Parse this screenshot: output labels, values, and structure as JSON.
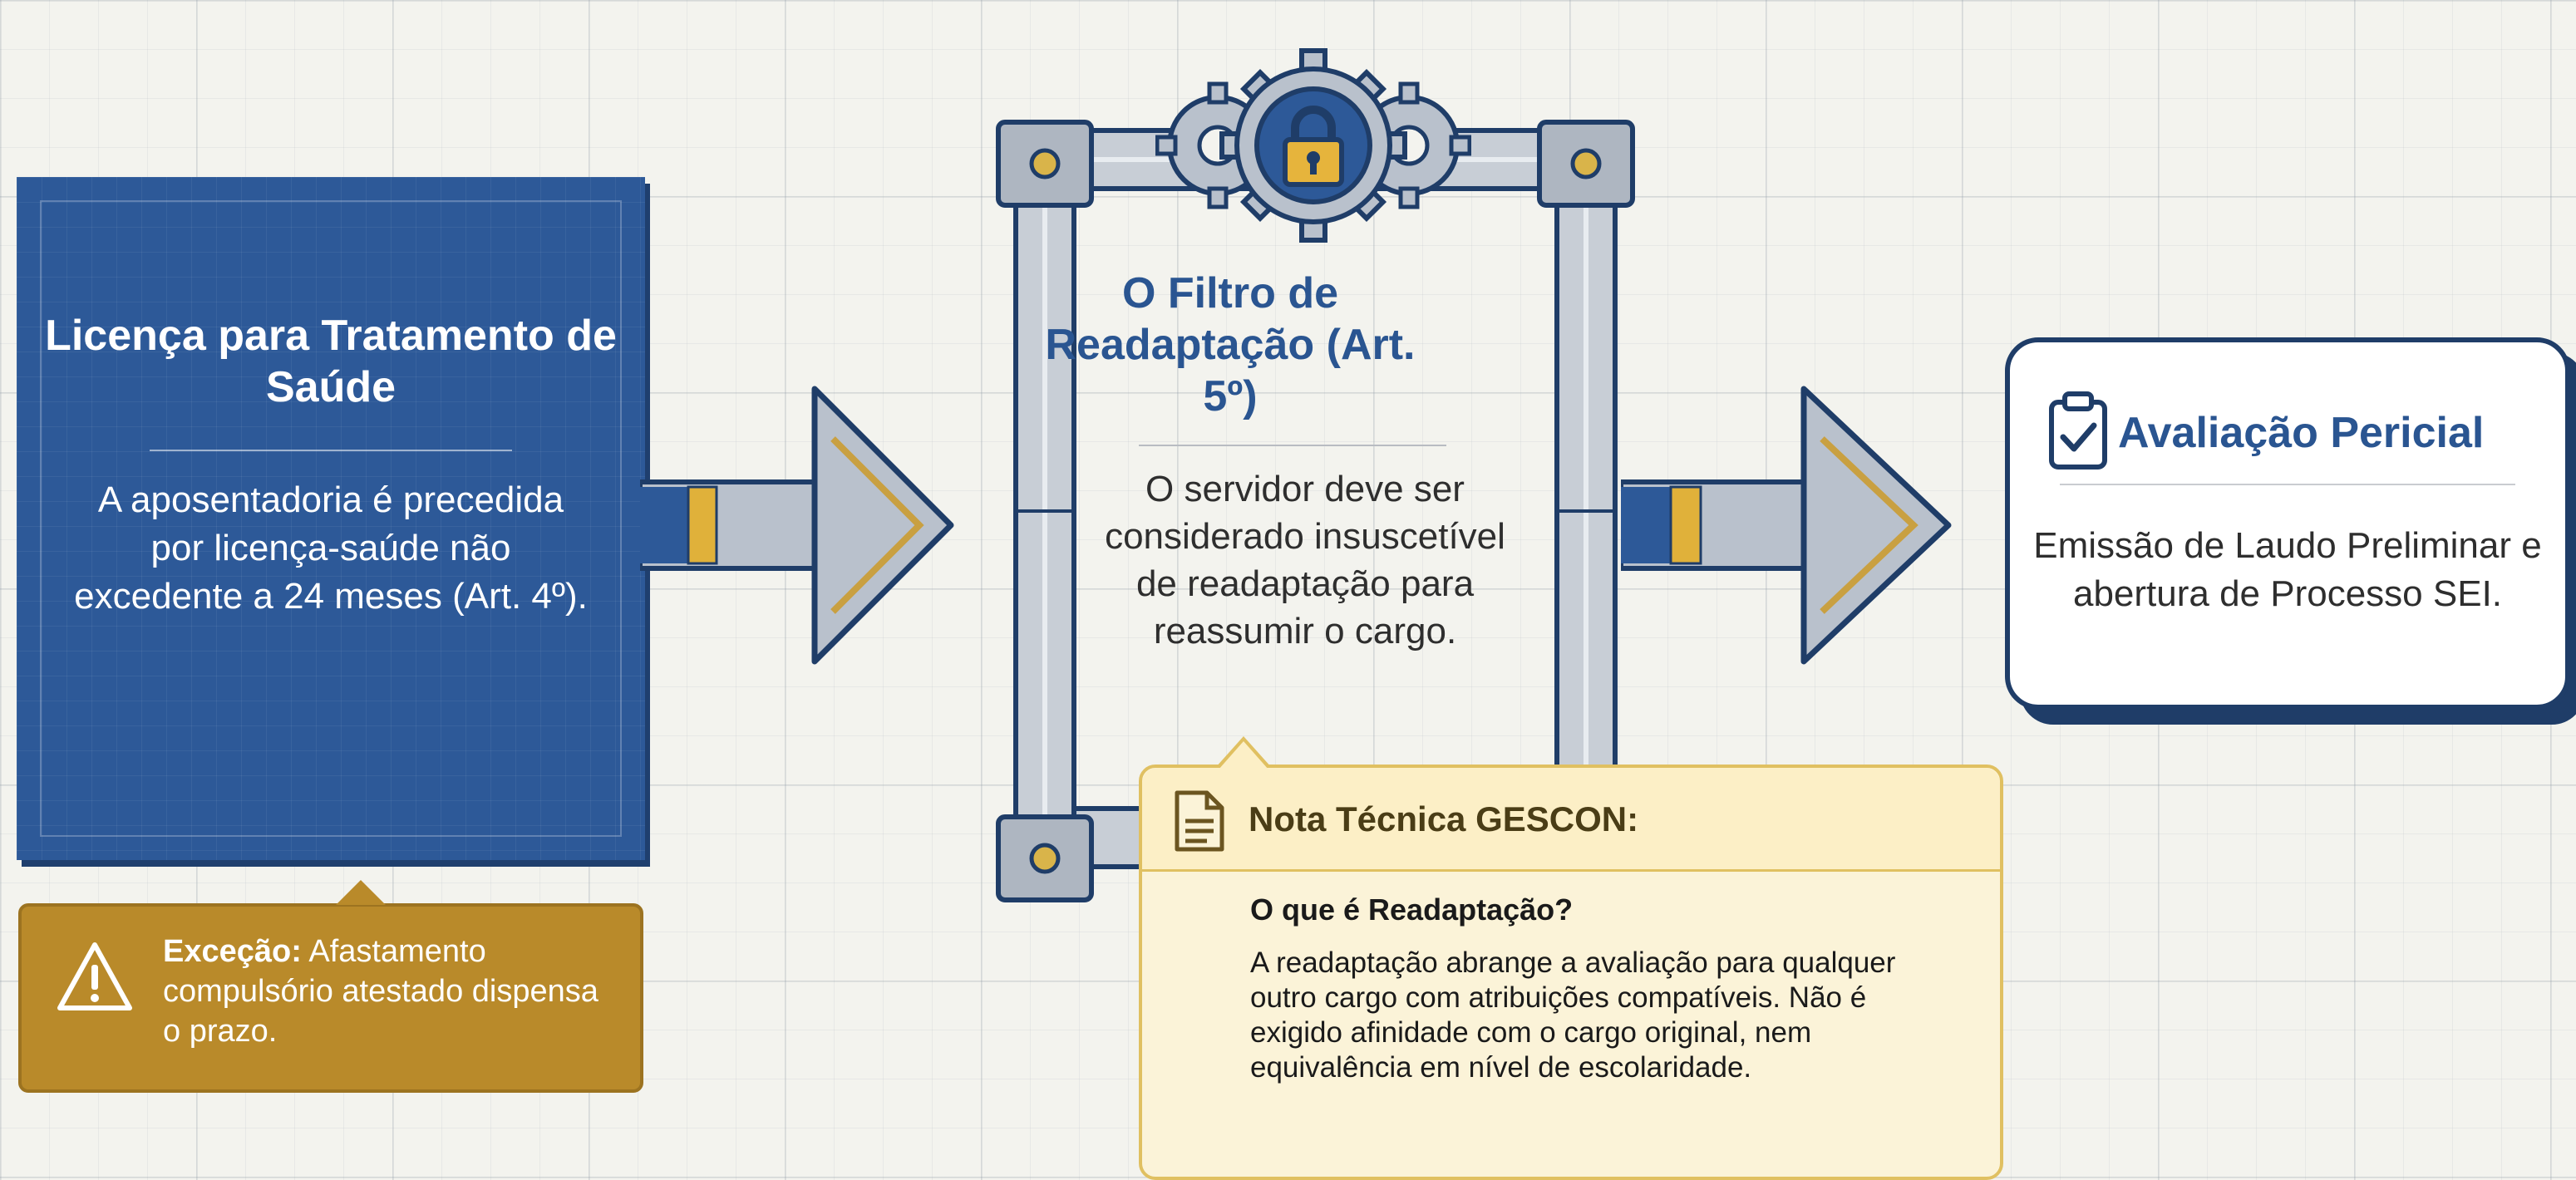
{
  "left_box": {
    "title": "Licença para Tratamento de Saúde",
    "body": "A aposentadoria é precedida por licença-saúde não excedente a 24 meses (Art. 4º)."
  },
  "exception": {
    "label": "Exceção:",
    "text": "Afastamento compulsório atestado dispensa o prazo."
  },
  "filter": {
    "title": "O Filtro de Readaptação (Art. 5º)",
    "body": "O servidor deve ser considerado insuscetível de readaptação para reassumir o cargo."
  },
  "evaluation": {
    "title": "Avaliação Pericial",
    "body": "Emissão de Laudo Preliminar e abertura de Processo SEI."
  },
  "note": {
    "title": "Nota Técnica GESCON:",
    "question": "O que é Readaptação?",
    "body": "A readaptação abrange a avaliação para qualquer outro cargo com atribuições compatíveis. Não é exigido afinidade com o cargo original, nem equivalência em nível de escolaridade."
  },
  "icons": {
    "exception": "warning-icon",
    "gears": "gear-icon",
    "lock": "padlock-icon",
    "evaluation": "clipboard-check-icon",
    "note": "document-icon",
    "arrows": "arrow-right-icon"
  },
  "colors": {
    "primary_blue": "#2d5998",
    "navy": "#1f3d68",
    "gold": "#b98a2a",
    "note_bg": "#fbf3d8",
    "steel": "#b9c1cc"
  }
}
